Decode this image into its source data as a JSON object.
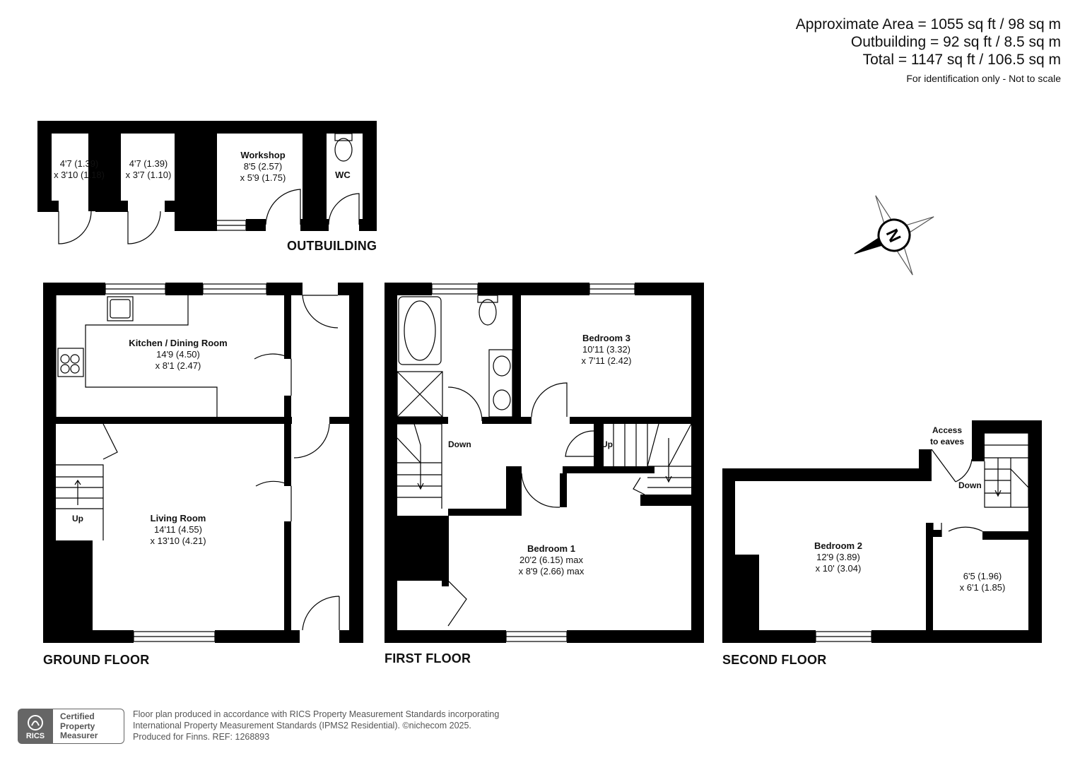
{
  "area_summary": {
    "approx_area": "Approximate Area = 1055 sq ft / 98 sq m",
    "outbuilding": "Outbuilding = 92 sq ft / 8.5 sq m",
    "total": "Total = 1147 sq ft / 106.5 sq m",
    "note": "For identification only - Not to scale"
  },
  "outbuilding": {
    "label": "OUTBUILDING",
    "store1": {
      "dim1": "4'7 (1.39)",
      "dim2": "x 3'10 (1.18)"
    },
    "store2": {
      "dim1": "4'7 (1.39)",
      "dim2": "x 3'7 (1.10)"
    },
    "workshop": {
      "name": "Workshop",
      "dim1": "8'5 (2.57)",
      "dim2": "x 5'9 (1.75)"
    },
    "wc": {
      "name": "WC"
    }
  },
  "ground_floor": {
    "label": "GROUND FLOOR",
    "kitchen": {
      "name": "Kitchen / Dining Room",
      "dim1": "14'9 (4.50)",
      "dim2": "x 8'1 (2.47)"
    },
    "living": {
      "name": "Living Room",
      "dim1": "14'11 (4.55)",
      "dim2": "x 13'10 (4.21)"
    },
    "stairs_label": "Up"
  },
  "first_floor": {
    "label": "FIRST FLOOR",
    "bedroom3": {
      "name": "Bedroom 3",
      "dim1": "10'11 (3.32)",
      "dim2": "x 7'11 (2.42)"
    },
    "bedroom1": {
      "name": "Bedroom 1",
      "dim1": "20'2 (6.15) max",
      "dim2": "x 8'9 (2.66) max"
    },
    "down_label": "Down",
    "up_label": "Up"
  },
  "second_floor": {
    "label": "SECOND FLOOR",
    "bedroom2": {
      "name": "Bedroom 2",
      "dim1": "12'9 (3.89)",
      "dim2": "x 10' (3.04)"
    },
    "small_room": {
      "dim1": "6'5 (1.96)",
      "dim2": "x 6'1 (1.85)"
    },
    "access_line1": "Access",
    "access_line2": "to eaves",
    "down_label": "Down"
  },
  "compass": {
    "letter": "N"
  },
  "footer": {
    "line1": "Floor plan produced in accordance with RICS Property Measurement Standards incorporating",
    "line2": "International Property Measurement Standards (IPMS2 Residential).  ©nichecom 2025.",
    "line3": "Produced for Finns.   REF:  1268893",
    "badge_short": "RICS",
    "badge_line1": "Certified",
    "badge_line2": "Property",
    "badge_line3": "Measurer"
  },
  "colors": {
    "wall": "#000000",
    "fixture": "#444444",
    "footer_text": "#555555"
  }
}
